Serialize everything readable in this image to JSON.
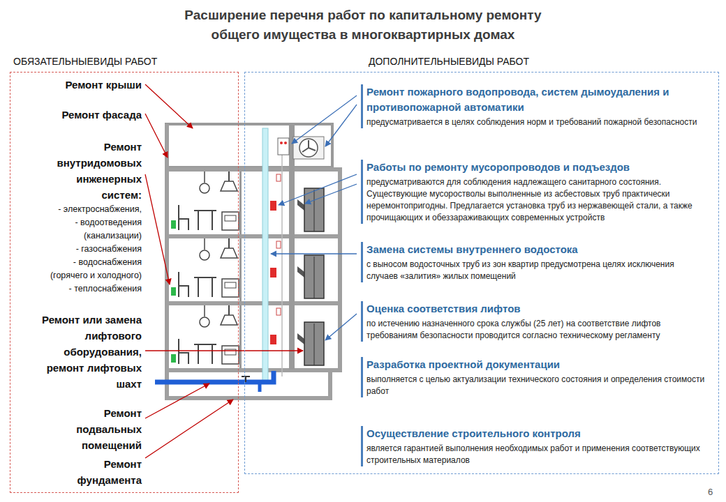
{
  "diagram": {
    "title": "Расширение перечня работ по капитальному ремонту общего имущества в многоквартирных домах",
    "nodes": [
      {
        "text": [
          "ОБЯЗАТЕЛЬНЫЕВИДЫ РАБОТ"
        ]
      },
      {
        "text": [
          "Ремонт крыши"
        ],
        "in": 0
      },
      {
        "text": [
          "Ремонт фасада"
        ],
        "in": 0
      },
      {
        "text": [
          "Ремонт внутридомовых инженерных систем:",
          "- электроснабжения,",
          "- водоотведения (канализации)",
          "- газоснабжения",
          "- водоснабжения (горячего и холодного)",
          "- теплоснабжения"
        ],
        "in": 0
      },
      {
        "text": [
          "Ремонт или замена лифтового оборудования, ремонт лифтовых шахт"
        ],
        "in": 0
      },
      {
        "text": [
          "Ремонт подвальных помещений"
        ],
        "in": 0
      },
      {
        "text": [
          "Ремонт фундамента"
        ],
        "in": 0
      },
      {
        "text": [
          "ДОПОЛНИТЕЛЬНЫЕВИДЫ РАБОТ"
        ]
      },
      {
        "text": [
          "Ремонт пожарного водопровода, систем дымоудаления и противопожарной автоматики",
          "предусматривается в целях соблюдения норм и требований пожарной безопасности"
        ],
        "in": 7
      },
      {
        "text": [
          "Работы по ремонту мусоропроводов и подъездов",
          "предусматриваются для соблюдения надлежащего санитарного состояния. Существующие мусоростволы выполненные из асбестовых труб практически неремонтопригодны. Предлагается установка труб из нержавеющей стали, а также прочищающих и обеззараживающих современных устройств"
        ],
        "in": 7
      },
      {
        "text": [
          "Замена системы внутреннего водостока",
          "с выносом водосточных труб из зон квартир предусмотрена целях исключения случаев «залития» жилых помещений"
        ],
        "in": 7
      },
      {
        "text": [
          "Оценка соответствия лифтов",
          "по истечению назначенного срока службы (25 лет) на соответствие лифтов требованиям безопасности проводится согласно техническому регламенту"
        ],
        "in": 7
      },
      {
        "text": [
          "Разработка проектной документации",
          "выполняется с целью актуализации технического состояния и определения стоимости работ"
        ],
        "in": 7
      },
      {
        "text": [
          "Осуществление строительного контроля",
          "является гарантией выполнения необходимых работ и применения соответствующих строительных материалов"
        ],
        "in": 7
      }
    ],
    "labels": [
      "6"
    ]
  }
}
